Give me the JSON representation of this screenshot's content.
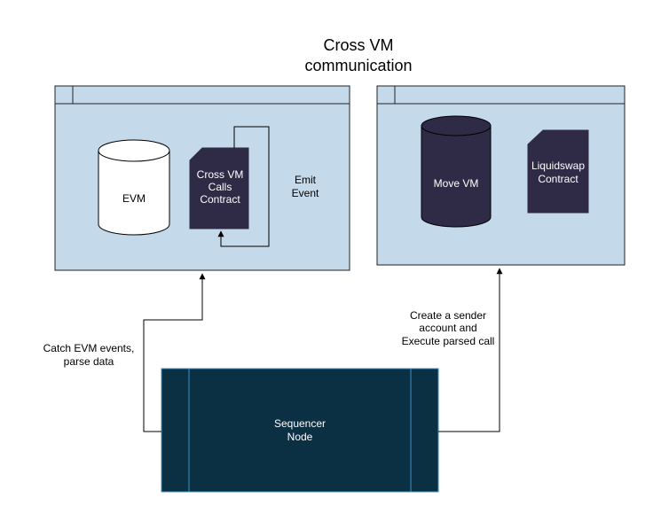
{
  "diagram": {
    "title_line1": "Cross VM",
    "title_line2": "communication",
    "left_panel": {
      "evm_label": "EVM",
      "contract_line1": "Cross VM",
      "contract_line2": "Calls",
      "contract_line3": "Contract",
      "emit_line1": "Emit",
      "emit_line2": "Event"
    },
    "right_panel": {
      "movevm_label": "Move VM",
      "liquidswap_line1": "Liquidswap",
      "liquidswap_line2": "Contract"
    },
    "sequencer": {
      "line1": "Sequencer",
      "line2": "Node"
    },
    "edges": {
      "catch_line1": "Catch EVM events,",
      "catch_line2": "parse data",
      "create_line1": "Create a sender",
      "create_line2": "account and",
      "create_line3": "Execute parsed call"
    },
    "colors": {
      "panel_fill": "#c4d9ea",
      "node_fill": "#2f2b46",
      "sequencer_fill": "#0b3044",
      "sequencer_stroke": "#3f8fc0"
    }
  }
}
